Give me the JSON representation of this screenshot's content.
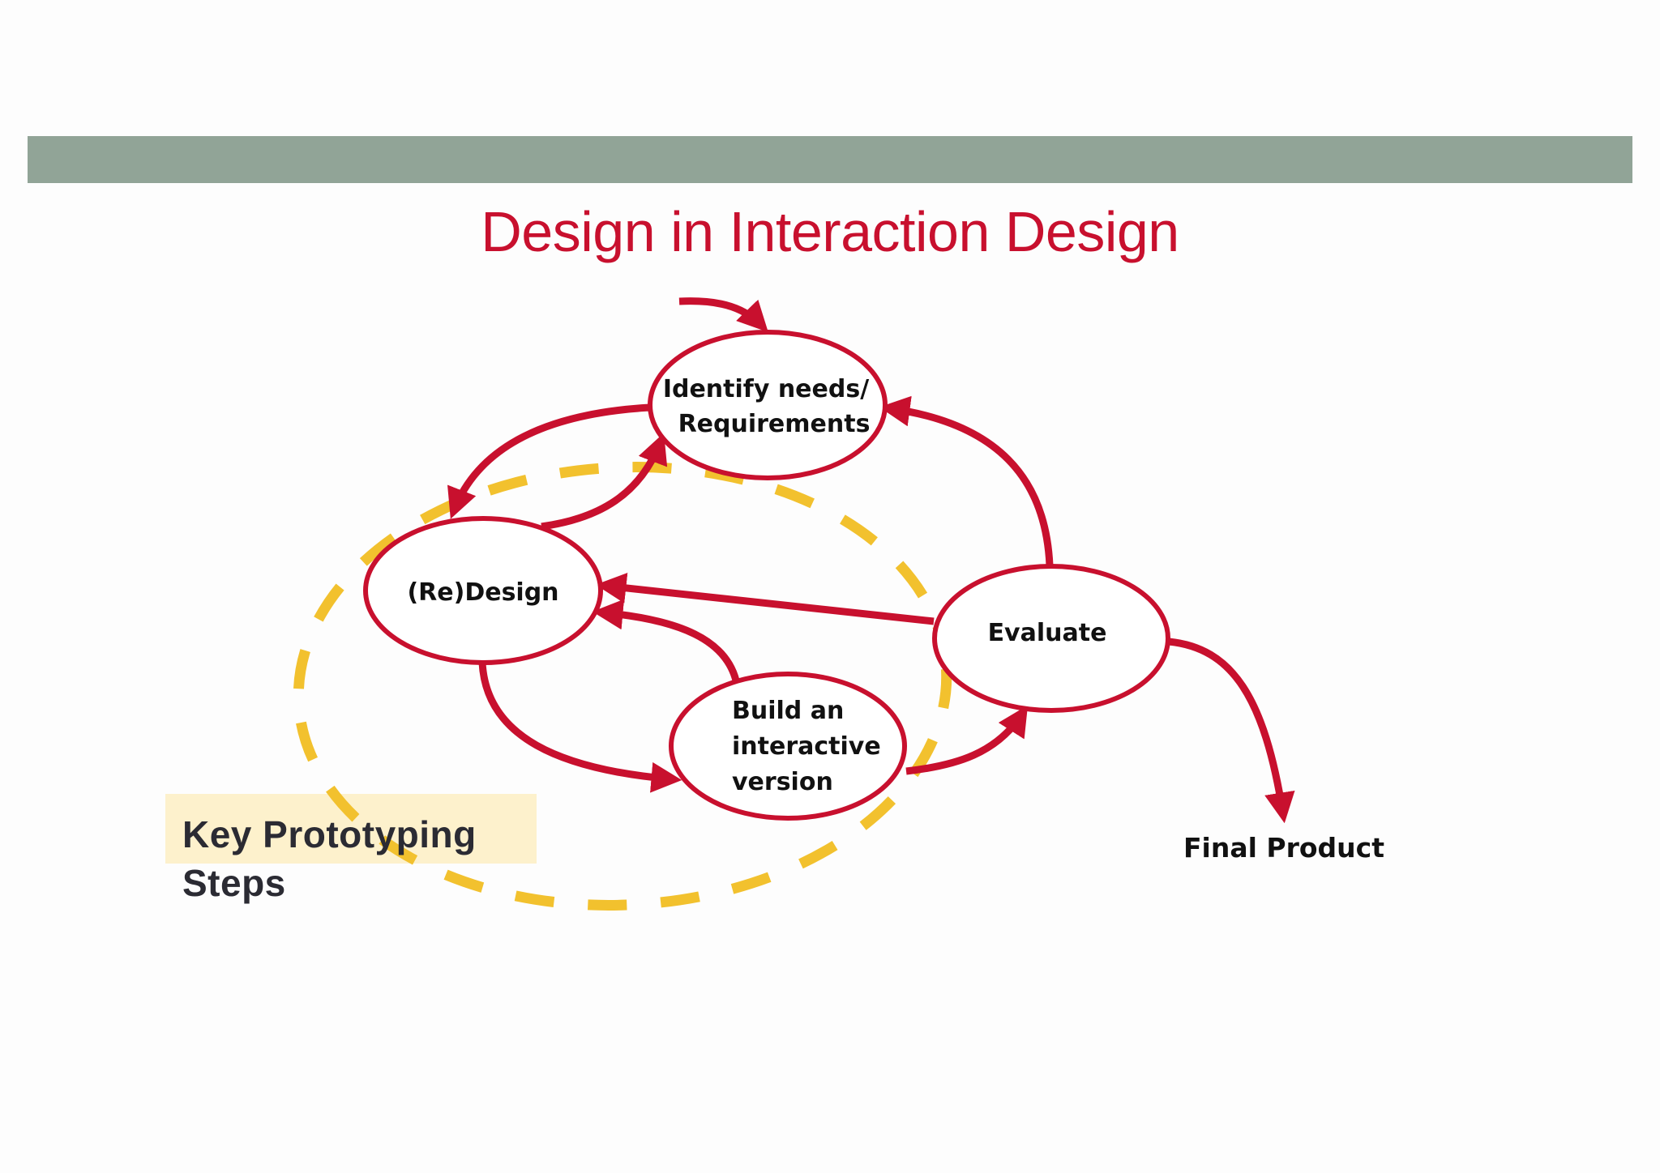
{
  "slide": {
    "title": "Design in Interaction Design",
    "accent_color": "#c8102e",
    "bar_color": "#91a497",
    "highlight_color": "#f2c12e"
  },
  "diagram": {
    "nodes": {
      "identify": {
        "line1": "Identify needs/",
        "line2": "Requirements"
      },
      "redesign": {
        "line1": "(Re)Design"
      },
      "build": {
        "line1": "Build an",
        "line2": "interactive",
        "line3": "version"
      },
      "evaluate": {
        "line1": "Evaluate"
      }
    },
    "final_product": "Final Product"
  },
  "callout": {
    "line1": "Key Prototyping",
    "line2": "Steps"
  }
}
